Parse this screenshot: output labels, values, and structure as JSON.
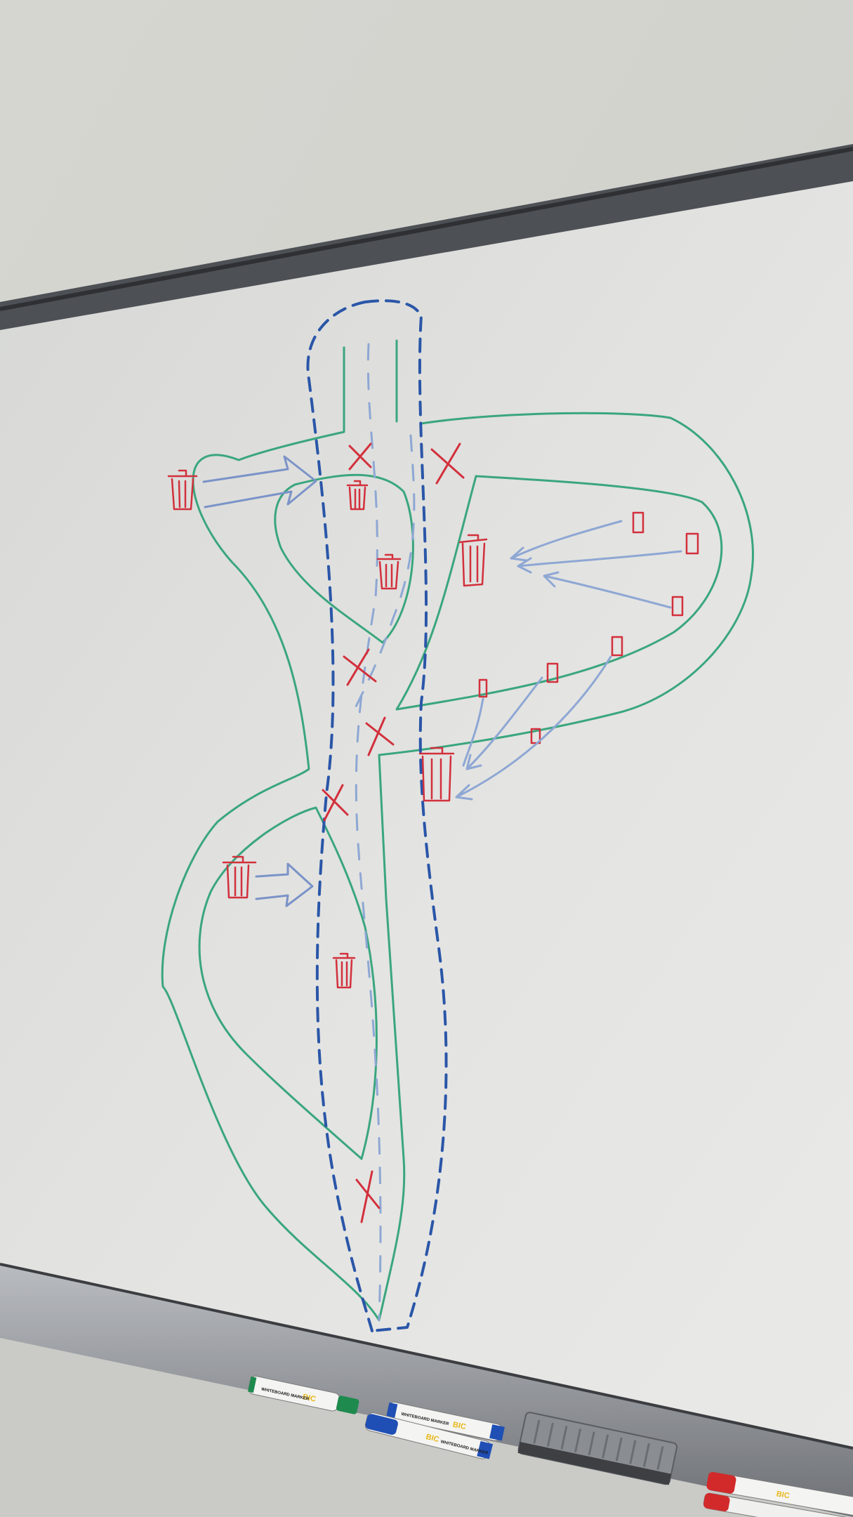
{
  "scene": {
    "description_type": "photo",
    "palette": {
      "wall": "#d9d8d3",
      "board": "#e6e6e4",
      "frame": "#4a4d52",
      "tray": "#8e9196",
      "green_marker": "#3aa67e",
      "blue_marker": "#2a56a8",
      "light_blue_marker": "#8ea7d4",
      "red_marker": "#d2303c",
      "eraser": "#7b7e83"
    }
  },
  "markers": {
    "green": {
      "brand": "BIC",
      "text": "WHITEBOARD MARKER",
      "color": "#1e8a4e"
    },
    "blue_1": {
      "brand": "BIC",
      "text": "WHITEBOARD MARKER",
      "color": "#1f4fb5"
    },
    "blue_2": {
      "brand": "BIC",
      "text": "WHITEBOARD MARKER",
      "color": "#1f4fb5"
    },
    "red": {
      "brand": "BIC",
      "text": "",
      "color": "#d22a2a"
    }
  }
}
